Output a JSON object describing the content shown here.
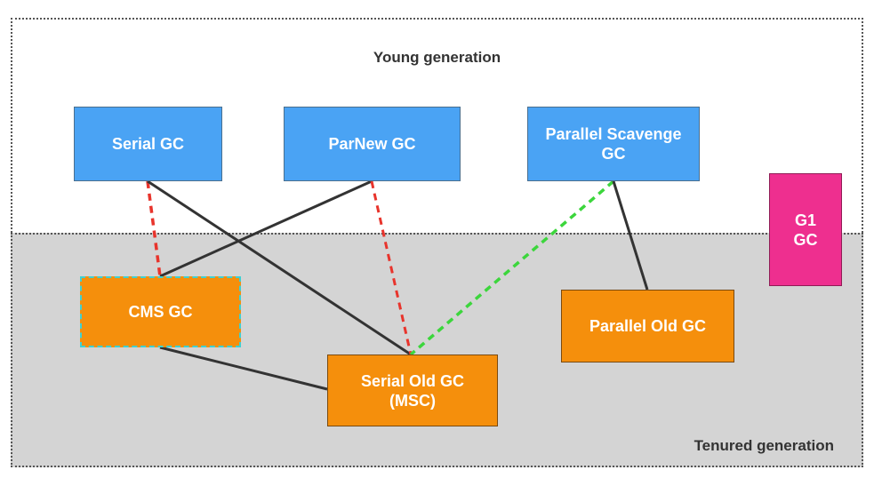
{
  "regions": {
    "young": {
      "label": "Young generation"
    },
    "tenured": {
      "label": "Tenured generation"
    }
  },
  "collectors": {
    "serial": {
      "line1": "Serial GC",
      "line2": ""
    },
    "parnew": {
      "line1": "ParNew GC",
      "line2": ""
    },
    "parallel_scavenge": {
      "line1": "Parallel Scavenge",
      "line2": "GC"
    },
    "g1": {
      "line1": "G1",
      "line2": "GC"
    },
    "cms": {
      "line1": "CMS GC",
      "line2": ""
    },
    "serial_old": {
      "line1": "Serial Old GC",
      "line2": "(MSC)"
    },
    "parallel_old": {
      "line1": "Parallel Old GC",
      "line2": ""
    }
  },
  "colors": {
    "young_box": "#4aa3f4",
    "tenured_box": "#f58f0c",
    "g1_box": "#ee2f8f",
    "tenured_background": "#d4d4d4",
    "solid_link": "#333333",
    "red_dashed_link": "#e8342c",
    "green_dashed_link": "#3cd63c"
  },
  "connections": [
    {
      "from": "serial",
      "to": "cms",
      "style": "red-dashed"
    },
    {
      "from": "serial",
      "to": "serial_old",
      "style": "solid"
    },
    {
      "from": "parnew",
      "to": "cms",
      "style": "solid"
    },
    {
      "from": "parnew",
      "to": "serial_old",
      "style": "red-dashed"
    },
    {
      "from": "parallel_scavenge",
      "to": "serial_old",
      "style": "green-dashed"
    },
    {
      "from": "parallel_scavenge",
      "to": "parallel_old",
      "style": "solid"
    },
    {
      "from": "cms",
      "to": "serial_old",
      "style": "solid"
    }
  ]
}
